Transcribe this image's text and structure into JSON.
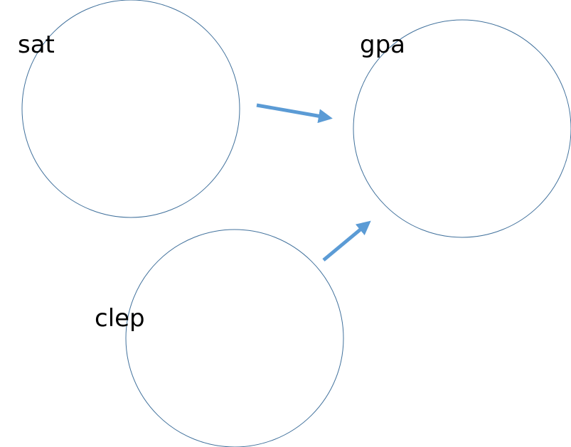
{
  "nodes": {
    "sat": {
      "label": "sat"
    },
    "gpa": {
      "label": "gpa"
    },
    "clep": {
      "label": "clep"
    }
  },
  "edges": [
    {
      "from": "sat",
      "to": "gpa"
    },
    {
      "from": "clep",
      "to": "gpa"
    }
  ],
  "colors": {
    "circle_stroke": "#41719C",
    "arrow": "#5B9BD5"
  }
}
